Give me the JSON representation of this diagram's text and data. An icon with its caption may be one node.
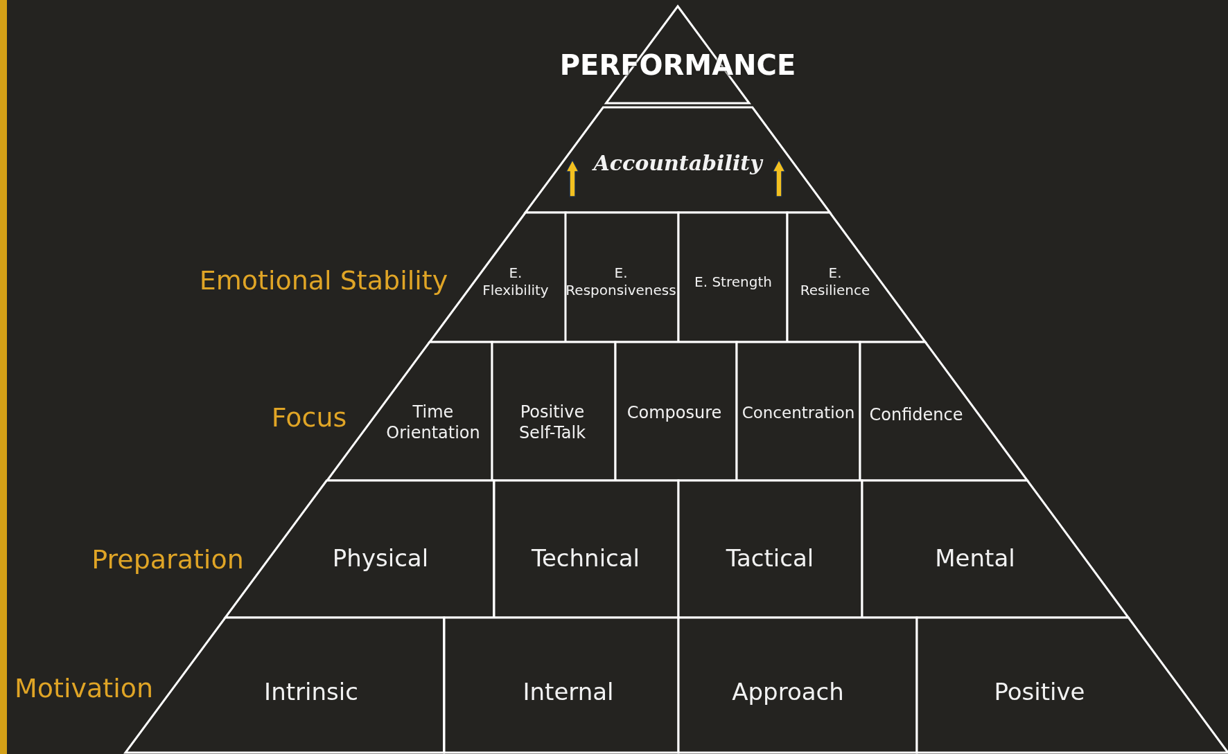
{
  "diagram": {
    "nodes": [
      {
        "text": [
          "PERFORMANCE"
        ]
      },
      {
        "text": [
          "Accountability"
        ]
      },
      {
        "text": [
          "E. Flexibility"
        ]
      },
      {
        "text": [
          "E. Responsiveness"
        ]
      },
      {
        "text": [
          "E. Strength"
        ]
      },
      {
        "text": [
          "E. Resilience"
        ]
      },
      {
        "text": [
          "Time Orientation"
        ]
      },
      {
        "text": [
          "Positive Self-Talk"
        ]
      },
      {
        "text": [
          "Composure"
        ]
      },
      {
        "text": [
          "Concentration"
        ]
      },
      {
        "text": [
          "Confidence"
        ]
      },
      {
        "text": [
          "Physical"
        ]
      },
      {
        "text": [
          "Technical"
        ]
      },
      {
        "text": [
          "Tactical"
        ]
      },
      {
        "text": [
          "Mental"
        ]
      },
      {
        "text": [
          "Intrinsic"
        ]
      },
      {
        "text": [
          "Internal"
        ]
      },
      {
        "text": [
          "Approach"
        ]
      },
      {
        "text": [
          "Positive"
        ]
      }
    ],
    "edges": [],
    "labels": [
      "Emotional Stability",
      "Focus",
      "Preparation",
      "Motivation"
    ]
  }
}
